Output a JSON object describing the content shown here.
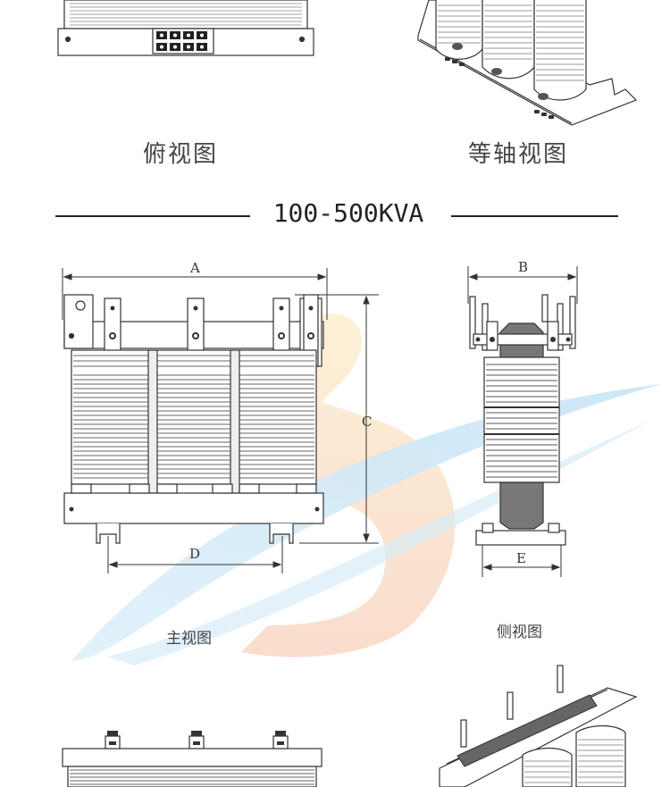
{
  "views_top": {
    "top_view_label": "俯视图",
    "iso_view_label": "等轴视图"
  },
  "section": {
    "title": "100-500KVA"
  },
  "views_middle": {
    "front_view_label": "主视图",
    "side_view_label": "侧视图"
  },
  "dimensions": {
    "a": "A",
    "b": "B",
    "c": "C",
    "d": "D",
    "e": "E"
  },
  "colors": {
    "watermark_blue": "#cfe8f7",
    "watermark_orange": "#f9dcc4",
    "watermark_yellow": "#fbeec0",
    "line": "#333333"
  }
}
